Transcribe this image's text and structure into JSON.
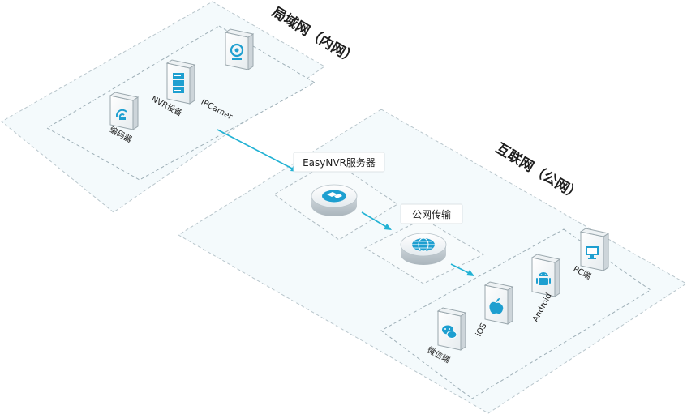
{
  "zones": {
    "lan": {
      "title": "局域网（内网）"
    },
    "internet": {
      "title": "互联网（公网）"
    }
  },
  "lan_devices": [
    {
      "label": "编码器",
      "icon": "encoder-icon"
    },
    {
      "label": "NVR设备",
      "icon": "nvr-server-icon"
    },
    {
      "label": "IPCamer",
      "icon": "ip-camera-icon"
    }
  ],
  "nodes": {
    "server": {
      "label": "EasyNVR服务器",
      "icon": "easynvr-server-icon"
    },
    "transport": {
      "label": "公网传输",
      "icon": "globe-icon"
    }
  },
  "clients": [
    {
      "label": "微信端",
      "icon": "wechat-icon"
    },
    {
      "label": "iOS",
      "icon": "apple-icon"
    },
    {
      "label": "Android",
      "icon": "android-icon"
    },
    {
      "label": "PC端",
      "icon": "monitor-icon"
    }
  ],
  "colors": {
    "accent": "#22b2d4",
    "device_icon": "#1e9fd0",
    "zone_fill": "#f4fafc",
    "zone_border": "#b9c6cc"
  }
}
